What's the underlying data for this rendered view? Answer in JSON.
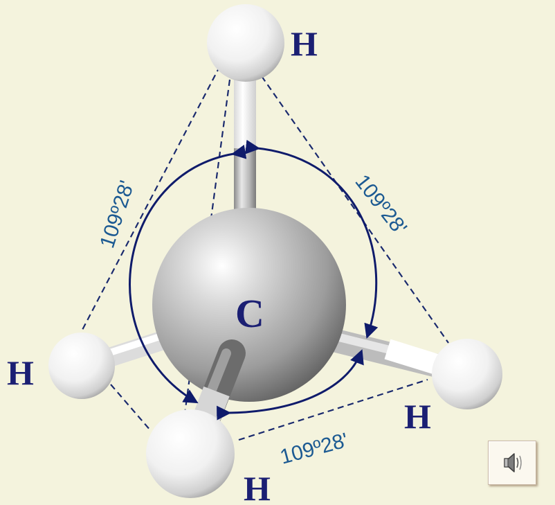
{
  "molecule": {
    "center_atom": "C",
    "hydrogen_label": "H",
    "hydrogen_count": 4
  },
  "bond_angle_label": "109º28'",
  "colors": {
    "background": "#f4f3dd",
    "label_dark": "#1b1f73",
    "angle_text": "#1c5a92",
    "arc_arrow": "#0f1b6b",
    "dashed_line": "#1a2a6e"
  },
  "controls": {
    "sound_button_icon": "speaker-icon"
  }
}
